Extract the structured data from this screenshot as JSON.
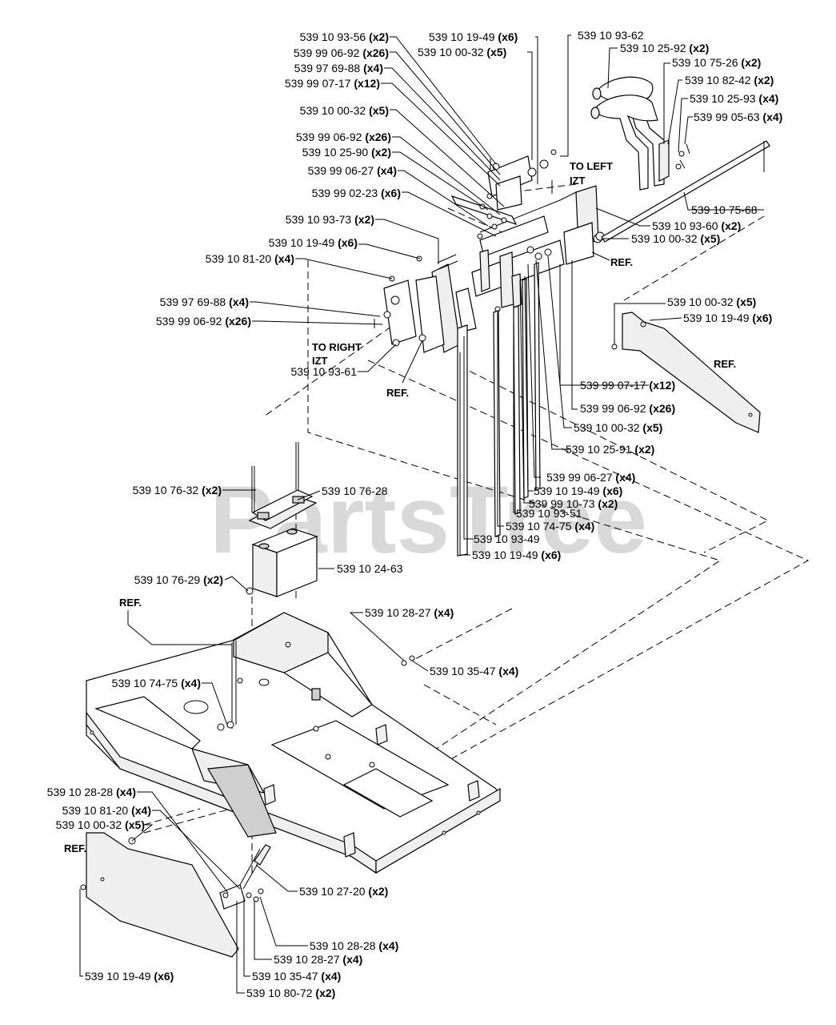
{
  "watermark": "PartsTree",
  "labels": [
    {
      "id": "l1",
      "part": "539 10 93-56",
      "qty": "(x2)"
    },
    {
      "id": "l2",
      "part": "539 99 06-92",
      "qty": "(x26)"
    },
    {
      "id": "l3",
      "part": "539 97 69-88",
      "qty": "(x4)"
    },
    {
      "id": "l4",
      "part": "539 99 07-17",
      "qty": "(x12)"
    },
    {
      "id": "l5",
      "part": "539 10 00-32",
      "qty": "(x5)"
    },
    {
      "id": "l6",
      "part": "539 99 06-92",
      "qty": "(x26)"
    },
    {
      "id": "l7",
      "part": "539 10 25-90",
      "qty": "(x2)"
    },
    {
      "id": "l8",
      "part": "539 99 06-27",
      "qty": "(x4)"
    },
    {
      "id": "l9",
      "part": "539 99 02-23",
      "qty": "(x6)"
    },
    {
      "id": "l10",
      "part": "539 10 93-73",
      "qty": "(x2)"
    },
    {
      "id": "l11",
      "part": "539 10 19-49",
      "qty": "(x6)"
    },
    {
      "id": "l12",
      "part": "539 10 81-20",
      "qty": "(x4)"
    },
    {
      "id": "l13",
      "part": "539 97 69-88",
      "qty": "(x4)"
    },
    {
      "id": "l14",
      "part": "539 99 06-92",
      "qty": "(x26)"
    },
    {
      "id": "l15",
      "part": "539 10 93-61",
      "qty": ""
    },
    {
      "id": "l16",
      "part": "539 10 19-49",
      "qty": "(x6)"
    },
    {
      "id": "l17",
      "part": "539 10 00-32",
      "qty": "(x5)"
    },
    {
      "id": "l18",
      "part": "539 10 93-62",
      "qty": ""
    },
    {
      "id": "l19",
      "part": "539 10 25-92",
      "qty": "(x2)"
    },
    {
      "id": "l20",
      "part": "539 10 75-26",
      "qty": "(x2)"
    },
    {
      "id": "l21",
      "part": "539 10 82-42",
      "qty": "(x2)"
    },
    {
      "id": "l22",
      "part": "539 10 25-93",
      "qty": "(x4)"
    },
    {
      "id": "l23",
      "part": "539 99 05-63",
      "qty": "(x4)"
    },
    {
      "id": "l24",
      "part": "539 10 75-68",
      "qty": ""
    },
    {
      "id": "l25",
      "part": "539 10 93-60",
      "qty": "(x2)"
    },
    {
      "id": "l26",
      "part": "539 10 00-32",
      "qty": "(x5)"
    },
    {
      "id": "l27",
      "part": "539 10 00-32",
      "qty": "(x5)"
    },
    {
      "id": "l28",
      "part": "539 10 19-49",
      "qty": "(x6)"
    },
    {
      "id": "l29",
      "part": "539 99 07-17",
      "qty": "(x12)"
    },
    {
      "id": "l30",
      "part": "539 99 06-92",
      "qty": "(x26)"
    },
    {
      "id": "l31",
      "part": "539 10 00-32",
      "qty": "(x5)"
    },
    {
      "id": "l32",
      "part": "539 10 25-91",
      "qty": "(x2)"
    },
    {
      "id": "l33",
      "part": "539 99 06-27",
      "qty": "(x4)"
    },
    {
      "id": "l34",
      "part": "539 10 19-49",
      "qty": "(x6)"
    },
    {
      "id": "l35",
      "part": "539 99 10-73",
      "qty": "(x2)"
    },
    {
      "id": "l36",
      "part": "539 10 93-51",
      "qty": ""
    },
    {
      "id": "l37",
      "part": "539 10 74-75",
      "qty": "(x4)"
    },
    {
      "id": "l38",
      "part": "539 10 93-49",
      "qty": ""
    },
    {
      "id": "l39",
      "part": "539 10 19-49",
      "qty": "(x6)"
    },
    {
      "id": "l40",
      "part": "539 10 76-32",
      "qty": "(x2)"
    },
    {
      "id": "l41",
      "part": "539 10 76-28",
      "qty": ""
    },
    {
      "id": "l42",
      "part": "539 10 24-63",
      "qty": ""
    },
    {
      "id": "l43",
      "part": "539 10 76-29",
      "qty": "(x2)"
    },
    {
      "id": "l44",
      "part": "539 10 28-27",
      "qty": "(x4)"
    },
    {
      "id": "l45",
      "part": "539 10 35-47",
      "qty": "(x4)"
    },
    {
      "id": "l46",
      "part": "539 10 74-75",
      "qty": "(x4)"
    },
    {
      "id": "l47",
      "part": "539 10 28-28",
      "qty": "(x4)"
    },
    {
      "id": "l48",
      "part": "539 10 81-20",
      "qty": "(x4)"
    },
    {
      "id": "l49",
      "part": "539 10 00-32",
      "qty": "(x5)"
    },
    {
      "id": "l50",
      "part": "539 10 27-20",
      "qty": "(x2)"
    },
    {
      "id": "l51",
      "part": "539 10 28-28",
      "qty": "(x4)"
    },
    {
      "id": "l52",
      "part": "539 10 28-27",
      "qty": "(x4)"
    },
    {
      "id": "l53",
      "part": "539 10 35-47",
      "qty": "(x4)"
    },
    {
      "id": "l54",
      "part": "539 10 19-49",
      "qty": "(x6)"
    },
    {
      "id": "l55",
      "part": "539 10 80-72",
      "qty": "(x2)"
    }
  ],
  "notes": [
    {
      "id": "n1",
      "lines": [
        "TO LEFT",
        "IZT"
      ]
    },
    {
      "id": "n2",
      "lines": [
        "TO RIGHT",
        "IZT"
      ]
    },
    {
      "id": "r1",
      "lines": [
        "REF."
      ]
    },
    {
      "id": "r2",
      "lines": [
        "REF."
      ]
    },
    {
      "id": "r3",
      "lines": [
        "REF."
      ]
    },
    {
      "id": "r4",
      "lines": [
        "REF."
      ]
    },
    {
      "id": "r5",
      "lines": [
        "REF."
      ]
    }
  ]
}
